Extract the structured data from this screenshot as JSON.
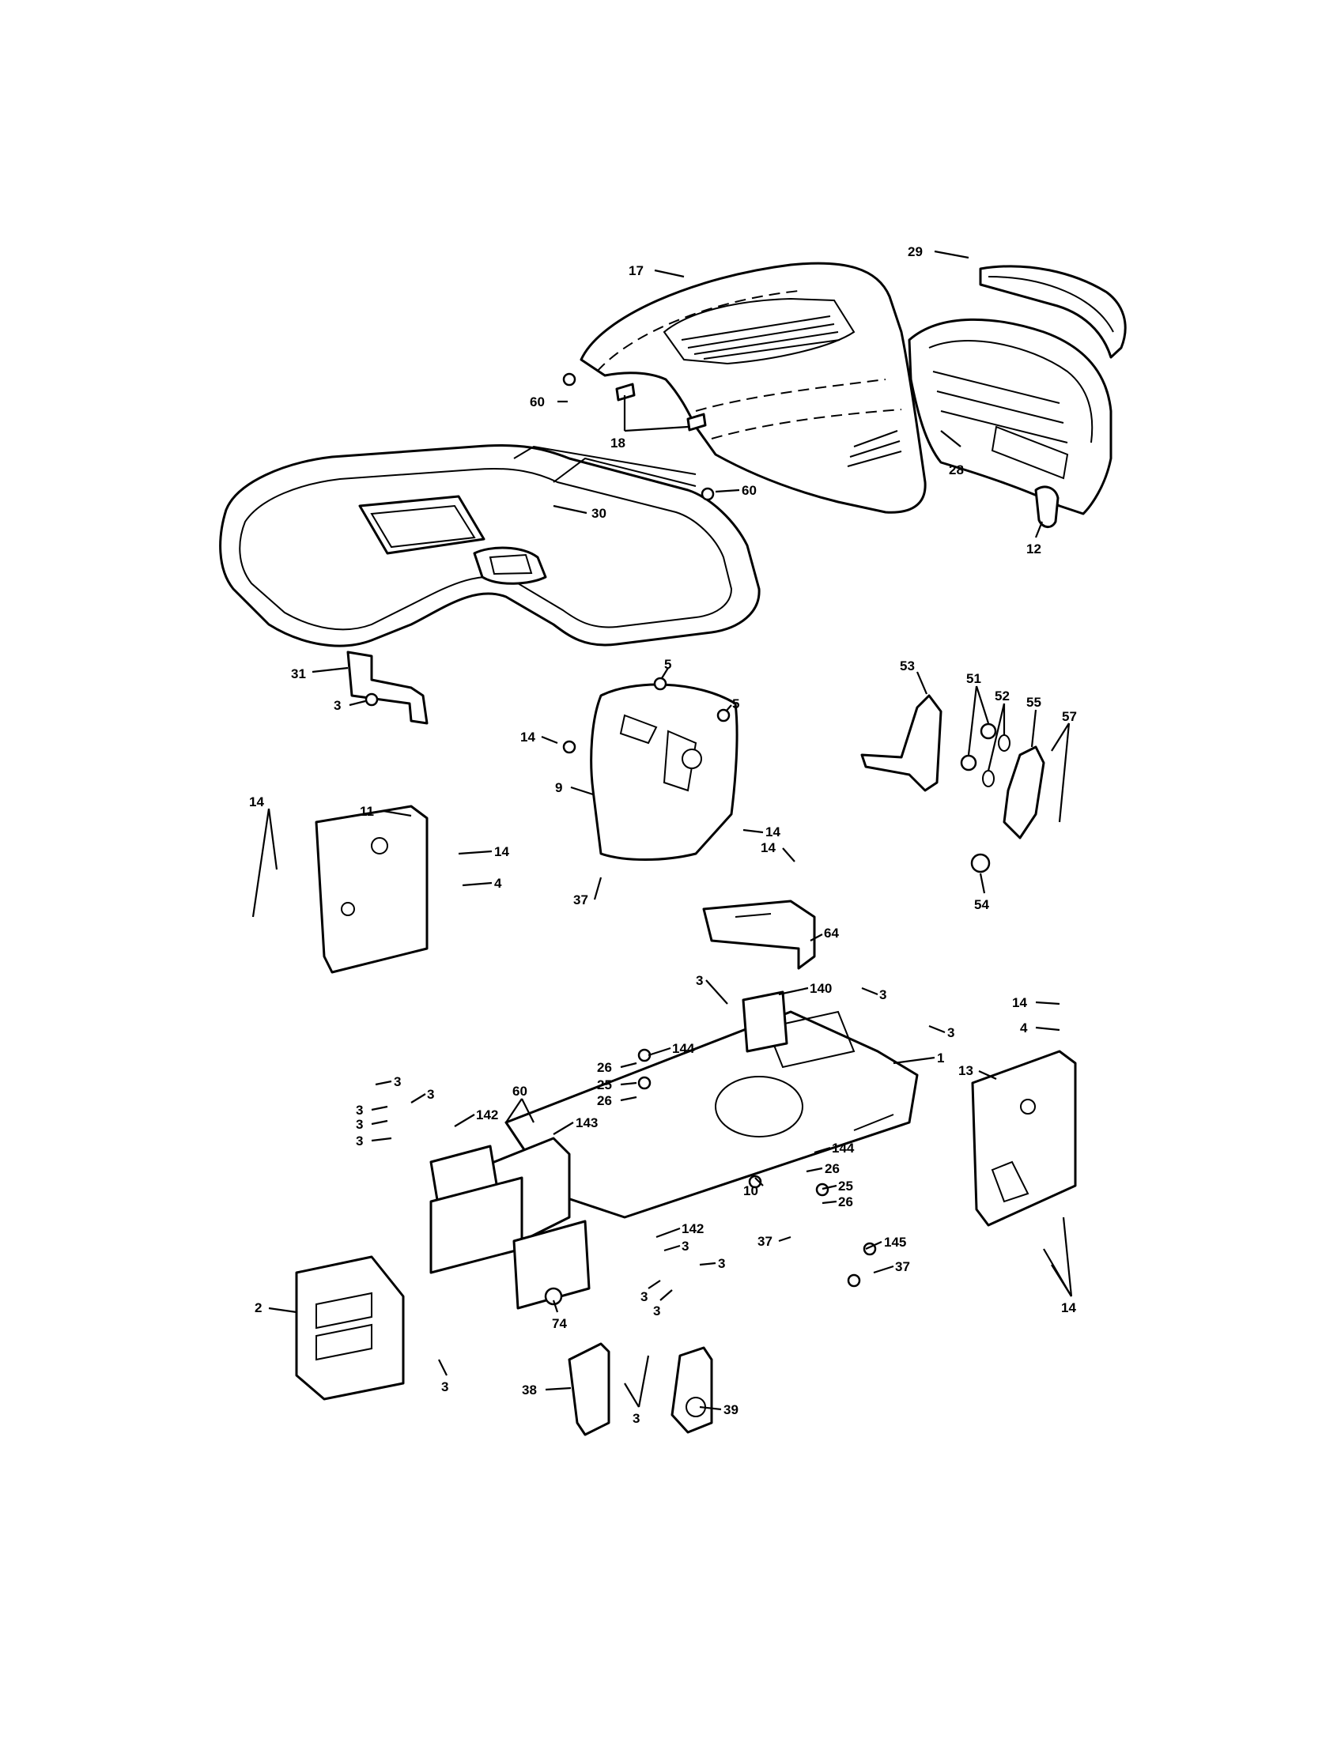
{
  "callouts": [
    "17",
    "29",
    "60",
    "18",
    "28",
    "30",
    "60",
    "12",
    "31",
    "3",
    "5",
    "5",
    "53",
    "51",
    "52",
    "55",
    "57",
    "14",
    "9",
    "14",
    "14",
    "11",
    "14",
    "4",
    "37",
    "14",
    "54",
    "64",
    "3",
    "140",
    "3",
    "3",
    "14",
    "4",
    "144",
    "1",
    "13",
    "26",
    "3",
    "3",
    "60",
    "25",
    "26",
    "3",
    "142",
    "143",
    "3",
    "3",
    "144",
    "26",
    "10",
    "25",
    "26",
    "142",
    "3",
    "37",
    "145",
    "37",
    "3",
    "3",
    "3",
    "2",
    "74",
    "14",
    "3",
    "38",
    "3",
    "39"
  ],
  "style": {
    "ink": "#000000",
    "paper": "#ffffff"
  }
}
